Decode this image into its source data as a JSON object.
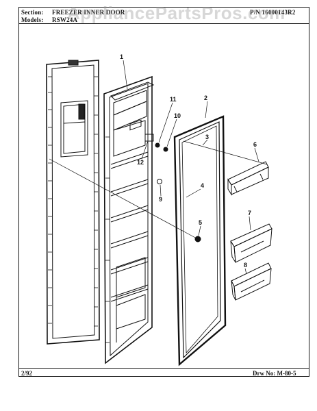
{
  "header": {
    "section_label": "Section:",
    "section_value": "FREEZER INNER DOOR",
    "models_label": "Models:",
    "models_value": "RSW24A",
    "part_number": "P/N 16000143R2"
  },
  "watermark": "AppliancePartsPros.com",
  "footer": {
    "date": "2/92",
    "drawing_number": "Drw No: M-80-5"
  },
  "callouts": {
    "c1": "1",
    "c2": "2",
    "c3": "3",
    "c4": "4",
    "c5": "5",
    "c6": "6",
    "c7": "7",
    "c8": "8",
    "c9": "9",
    "c10": "10",
    "c11": "11",
    "c12": "12"
  }
}
